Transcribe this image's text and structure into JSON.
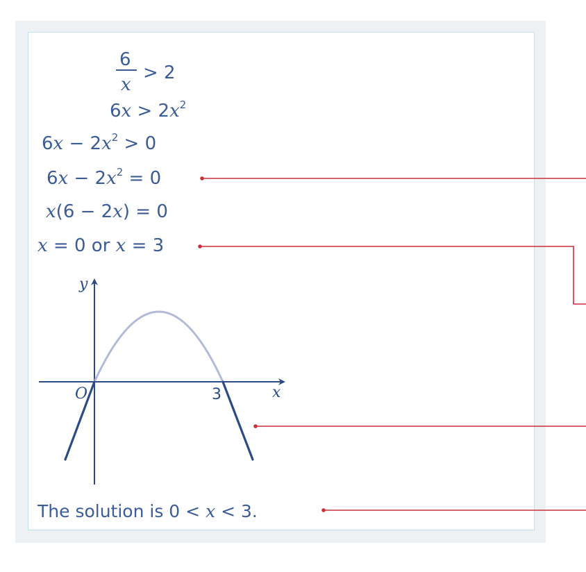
{
  "steps": {
    "line1": {
      "num": "6",
      "den": "x",
      "rest": "> 2"
    },
    "line2": {
      "a": "6",
      "x1": "x",
      "mid": " > 2",
      "x2": "x",
      "exp": "2"
    },
    "line3": {
      "a": "6",
      "x1": "x",
      "mid": " − 2",
      "x2": "x",
      "exp": "2",
      "rest": " > 0"
    },
    "line4": {
      "a": "6",
      "x1": "x",
      "mid": " − 2",
      "x2": "x",
      "exp": "2",
      "rest": " = 0"
    },
    "line5": {
      "x1": "x",
      "open": "(6 − 2",
      "x2": "x",
      "rest": ") = 0"
    },
    "line6": {
      "x1": "x",
      "p1": " = 0 or ",
      "x2": "x",
      "p2": " = 3"
    }
  },
  "graph": {
    "y_label": "y",
    "x_label": "x",
    "origin_label": "O",
    "root_label": "3",
    "curve_color_main": "#2c4b86",
    "curve_color_faded": "#b2bad8",
    "axis_color": "#2c4b86"
  },
  "solution": {
    "prefix": "The solution is 0 < ",
    "x": "x",
    "suffix": " < 3."
  },
  "colors": {
    "text": "#3c5c96",
    "pointer": "#cc2f3a",
    "frame_bg": "#eef1f3",
    "frame_border": "#bfe3ee"
  }
}
